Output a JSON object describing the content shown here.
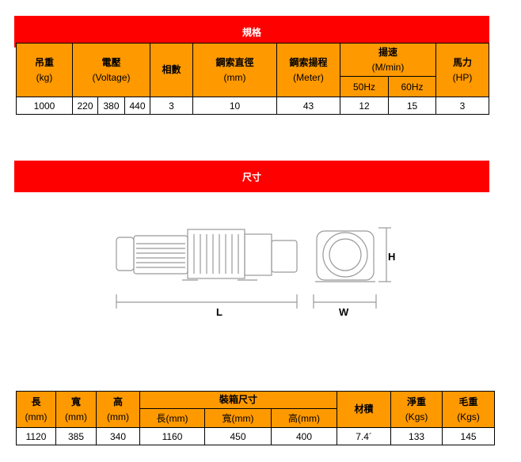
{
  "spec": {
    "banner": "規格",
    "headers": {
      "load": "吊重",
      "load_unit": "(kg)",
      "voltage": "電壓",
      "voltage_unit": "(Voltage)",
      "phase": "相數",
      "rope_dia": "鋼索直徑",
      "rope_dia_unit": "(mm)",
      "rope_len": "鋼索揚程",
      "rope_len_unit": "(Meter)",
      "speed": "揚速",
      "speed_unit": "(M/min)",
      "hz50": "50Hz",
      "hz60": "60Hz",
      "hp": "馬力",
      "hp_unit": "(HP)"
    },
    "row": {
      "load": "1000",
      "v1": "220",
      "v2": "380",
      "v3": "440",
      "phase": "3",
      "rope_dia": "10",
      "rope_len": "43",
      "speed50": "12",
      "speed60": "15",
      "hp": "3"
    }
  },
  "dims": {
    "banner": "尺寸",
    "labels": {
      "length": "L",
      "width": "W",
      "height": "H"
    }
  },
  "pack": {
    "headers": {
      "length": "長",
      "width": "寬",
      "height": "高",
      "unit": "(mm)",
      "box": "裝箱尺寸",
      "box_l": "長(mm)",
      "box_w": "寬(mm)",
      "box_h": "高(mm)",
      "volume": "材積",
      "net": "淨重",
      "gross": "毛重",
      "kgs": "(Kgs)"
    },
    "row": {
      "length": "1120",
      "width": "385",
      "height": "340",
      "box_l": "1160",
      "box_w": "450",
      "box_h": "400",
      "volume": "7.4´",
      "net": "133",
      "gross": "145"
    }
  }
}
